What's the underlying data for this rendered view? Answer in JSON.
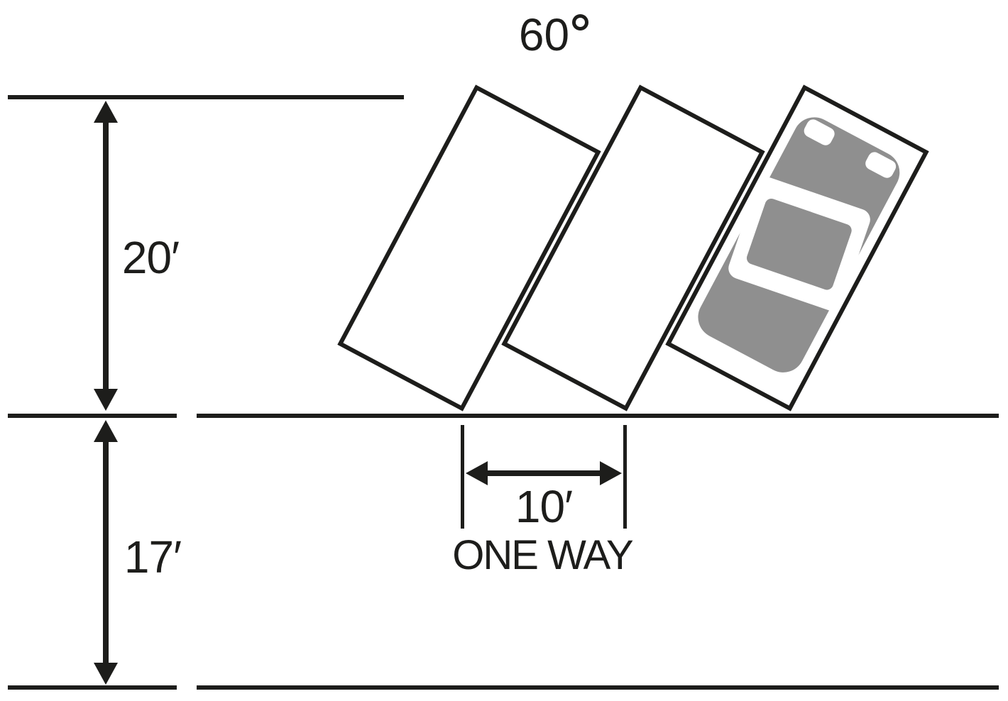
{
  "diagram": {
    "description": "60-degree angled parking layout: three stalls along a one-way street, one stall occupied by a car",
    "angle": {
      "value": "60",
      "symbol": "°"
    },
    "labels": {
      "stall_depth": "20′",
      "aisle_width": "17′",
      "stall_width": "10′",
      "one_way": "ONE WAY"
    },
    "stalls": {
      "count": 3,
      "occupied": 1,
      "angle_degrees": 60
    },
    "colors": {
      "ink": "#1d1d1b",
      "car_gray": "#8f8f8f",
      "background": "#ffffff"
    }
  }
}
